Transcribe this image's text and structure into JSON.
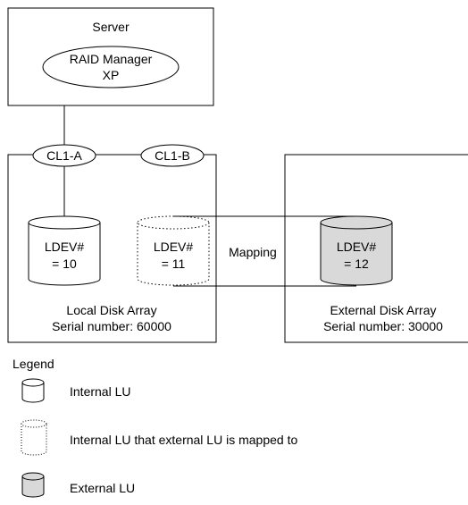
{
  "server": {
    "title": "Server",
    "software_line1": "RAID Manager",
    "software_line2": "XP"
  },
  "ports": {
    "cl1a": "CL1-A",
    "cl1b": "CL1-B"
  },
  "local_array": {
    "name": "Local Disk Array",
    "serial": "Serial number: 60000",
    "ldev10": {
      "line1": "LDEV#",
      "line2": "= 10"
    },
    "ldev11": {
      "line1": "LDEV#",
      "line2": "= 11"
    }
  },
  "mapping_label": "Mapping",
  "external_array": {
    "name": "External Disk Array",
    "serial": "Serial number: 30000",
    "ldev12": {
      "line1": "LDEV#",
      "line2": "= 12"
    }
  },
  "legend": {
    "title": "Legend",
    "internal_lu": "Internal LU",
    "mapped_lu": "Internal LU that external LU is mapped to",
    "external_lu": "External LU"
  },
  "colors": {
    "external_lu_fill": "#d9d9d9",
    "line": "#000000"
  }
}
